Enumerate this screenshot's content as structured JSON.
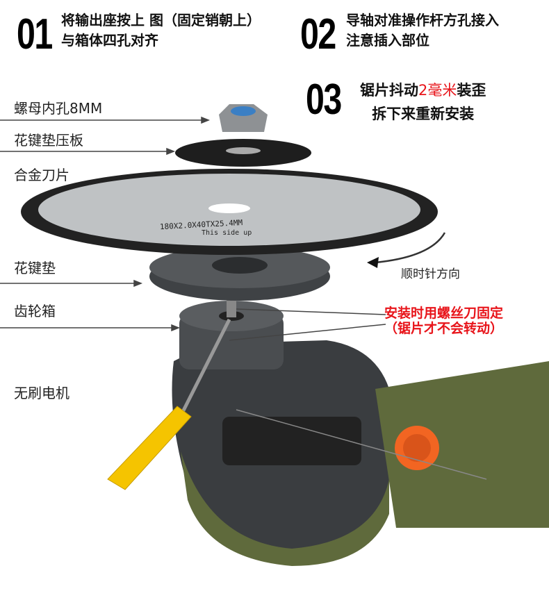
{
  "steps": [
    {
      "number": "01",
      "line1": "将输出座按上 图（固定销朝上）",
      "line2": "与箱体四孔对齐"
    },
    {
      "number": "02",
      "line1": "导轴对准操作杆方孔接入",
      "line2": "注意插入部位"
    },
    {
      "number": "03",
      "line1_a": "锯片抖动",
      "line1_highlight": "2毫米",
      "line1_b": "装歪",
      "line2": "拆下来重新安装"
    }
  ],
  "parts": {
    "nut": "螺母内孔8MM",
    "spline_plate": "花键垫压板",
    "blade": "合金刀片",
    "spline_pad": "花键垫",
    "gearbox": "齿轮箱",
    "motor": "无刷电机"
  },
  "rotation": "顺时针方向",
  "screwdriver_note": {
    "line1": "安装时用螺丝刀固定",
    "line2": "（锯片才不会转动）"
  },
  "blade_markings": {
    "spec": "180X2.0X40TX25.4MM",
    "side": "This side up"
  },
  "colors": {
    "highlight": "#e8141a",
    "tool_body": "#3a3d40",
    "tool_green": "#5f6a3c",
    "accent_orange": "#f26522",
    "handle_yellow": "#f5c400"
  }
}
